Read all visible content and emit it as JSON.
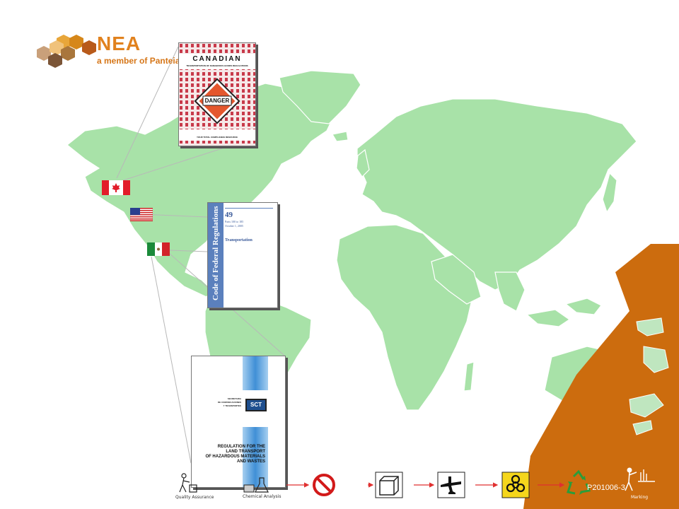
{
  "logo": {
    "name": "NEA",
    "subtitle": "a member of Panteia"
  },
  "documents": {
    "canada": {
      "title": "CANADIAN",
      "subtitle": "TRANSPORTATION OF DANGEROUS GOODS REGULATIONS",
      "sign": "DANGER",
      "footer": "YOUR TOTAL COMPLIANCE RESOURCE"
    },
    "usa": {
      "volume": "49",
      "parts": "Parts 100 to 185",
      "date": "October 1, 2005",
      "title": "Transportation",
      "spine": "Code of Federal Regulations"
    },
    "mexico": {
      "agency_line1": "SECRETARIA",
      "agency_line2": "DE COMUNICACIONES",
      "agency_line3": "Y TRANSPORTES",
      "agency_logo": "SCT",
      "title_line1": "REGULATION FOR THE",
      "title_line2": "LAND TRANSPORT",
      "title_line3": "OF HAZARDOUS MATERIALS",
      "title_line4": "AND WASTES"
    }
  },
  "flags": [
    "canada-flag",
    "usa-flag",
    "mexico-flag"
  ],
  "process_steps": [
    {
      "icon": "quality-assurance-icon",
      "caption": "Quality Assurance"
    },
    {
      "icon": "chemical-analysis-icon",
      "caption": "Chemical Analysis"
    },
    {
      "icon": "prohibited-icon"
    },
    {
      "icon": "package-box-icon"
    },
    {
      "icon": "airplane-icon"
    },
    {
      "icon": "biohazard-icon"
    },
    {
      "icon": "recycle-icon"
    },
    {
      "icon": "marking-icon",
      "caption": "Marking"
    }
  ],
  "slide_code": "P201006-3",
  "colors": {
    "map": "#a8e2a8",
    "accent": "#cc6c0e",
    "logo": "#e1821e",
    "arrow": "#e03030",
    "usa_cover": "#5b80bd"
  }
}
